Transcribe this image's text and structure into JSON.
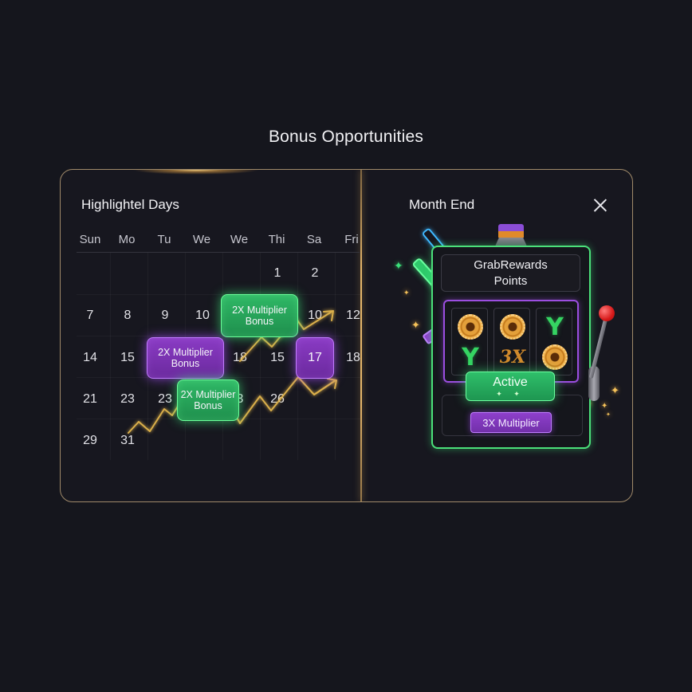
{
  "page": {
    "title": "Bonus Opportunities"
  },
  "calendar": {
    "title": "Highlightel Days",
    "weekdays": [
      "Sun",
      "Mo",
      "Tu",
      "We",
      "We",
      "Thi",
      "Sa",
      "Fri"
    ],
    "rows": [
      [
        "",
        "",
        "",
        "",
        "",
        "1",
        "2",
        ""
      ],
      [
        "7",
        "8",
        "9",
        "10",
        "",
        "10",
        "",
        "12"
      ],
      [
        "14",
        "15",
        "",
        "",
        "18",
        "15",
        "17",
        "18"
      ],
      [
        "21",
        "23",
        "23",
        "",
        "3",
        "26",
        "",
        ""
      ],
      [
        "29",
        "31",
        "",
        "",
        "",
        "",
        "",
        ""
      ]
    ],
    "bonuses": [
      {
        "line1": "2X Multiplier",
        "line2": "Bonus",
        "color": "green",
        "position": "row2-col5"
      },
      {
        "line1": "2X Multiplier",
        "line2": "Bonus",
        "color": "purple",
        "position": "row3-col3-4"
      },
      {
        "line1": "2X Multiplier",
        "line2": "Bonus",
        "color": "green",
        "position": "row4-col4"
      }
    ],
    "highlighted_day": {
      "label": "17",
      "color": "purple"
    },
    "trend_color": "#f0c050"
  },
  "month_end": {
    "title": "Month End",
    "close_icon": "close-icon",
    "machine": {
      "display_line1": "GrabRewards",
      "display_line2": "Points",
      "reels": [
        [
          "chip",
          "Y"
        ],
        [
          "chip",
          "3X"
        ],
        [
          "Y",
          "chip"
        ]
      ],
      "status_label": "Active",
      "status_sparkles": "✦ ✦",
      "multiplier_label": "3X Multiplier"
    }
  },
  "colors": {
    "background": "#15161d",
    "panel_border": "#a08a6a",
    "green_accent": "#4be07a",
    "purple_accent": "#9b4ee0",
    "gold_accent": "#f0c050"
  }
}
